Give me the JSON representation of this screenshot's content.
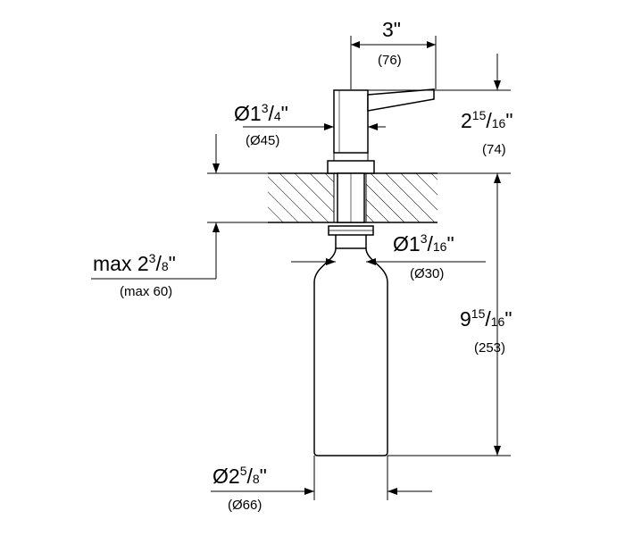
{
  "dimensions": {
    "spout_reach": {
      "in": "3\"",
      "mm": "(76)"
    },
    "head_diameter": {
      "whole": "Ø1",
      "num": "3",
      "den": "4",
      "unit": "\"",
      "mm": "(Ø45)"
    },
    "head_height": {
      "whole": "2",
      "num": "15",
      "den": "16",
      "unit": "\"",
      "mm": "(74)"
    },
    "shank_diameter": {
      "whole": "Ø1",
      "num": "3",
      "den": "16",
      "unit": "\"",
      "mm": "(Ø30)"
    },
    "max_thickness": {
      "whole": "max 2",
      "num": "3",
      "den": "8",
      "unit": "\"",
      "mm": "(max 60)"
    },
    "below_length": {
      "whole": "9",
      "num": "15",
      "den": "16",
      "unit": "\"",
      "mm": "(253)"
    },
    "bottle_diameter": {
      "whole": "Ø2",
      "num": "5",
      "den": "8",
      "unit": "\"",
      "mm": "(Ø66)"
    }
  }
}
